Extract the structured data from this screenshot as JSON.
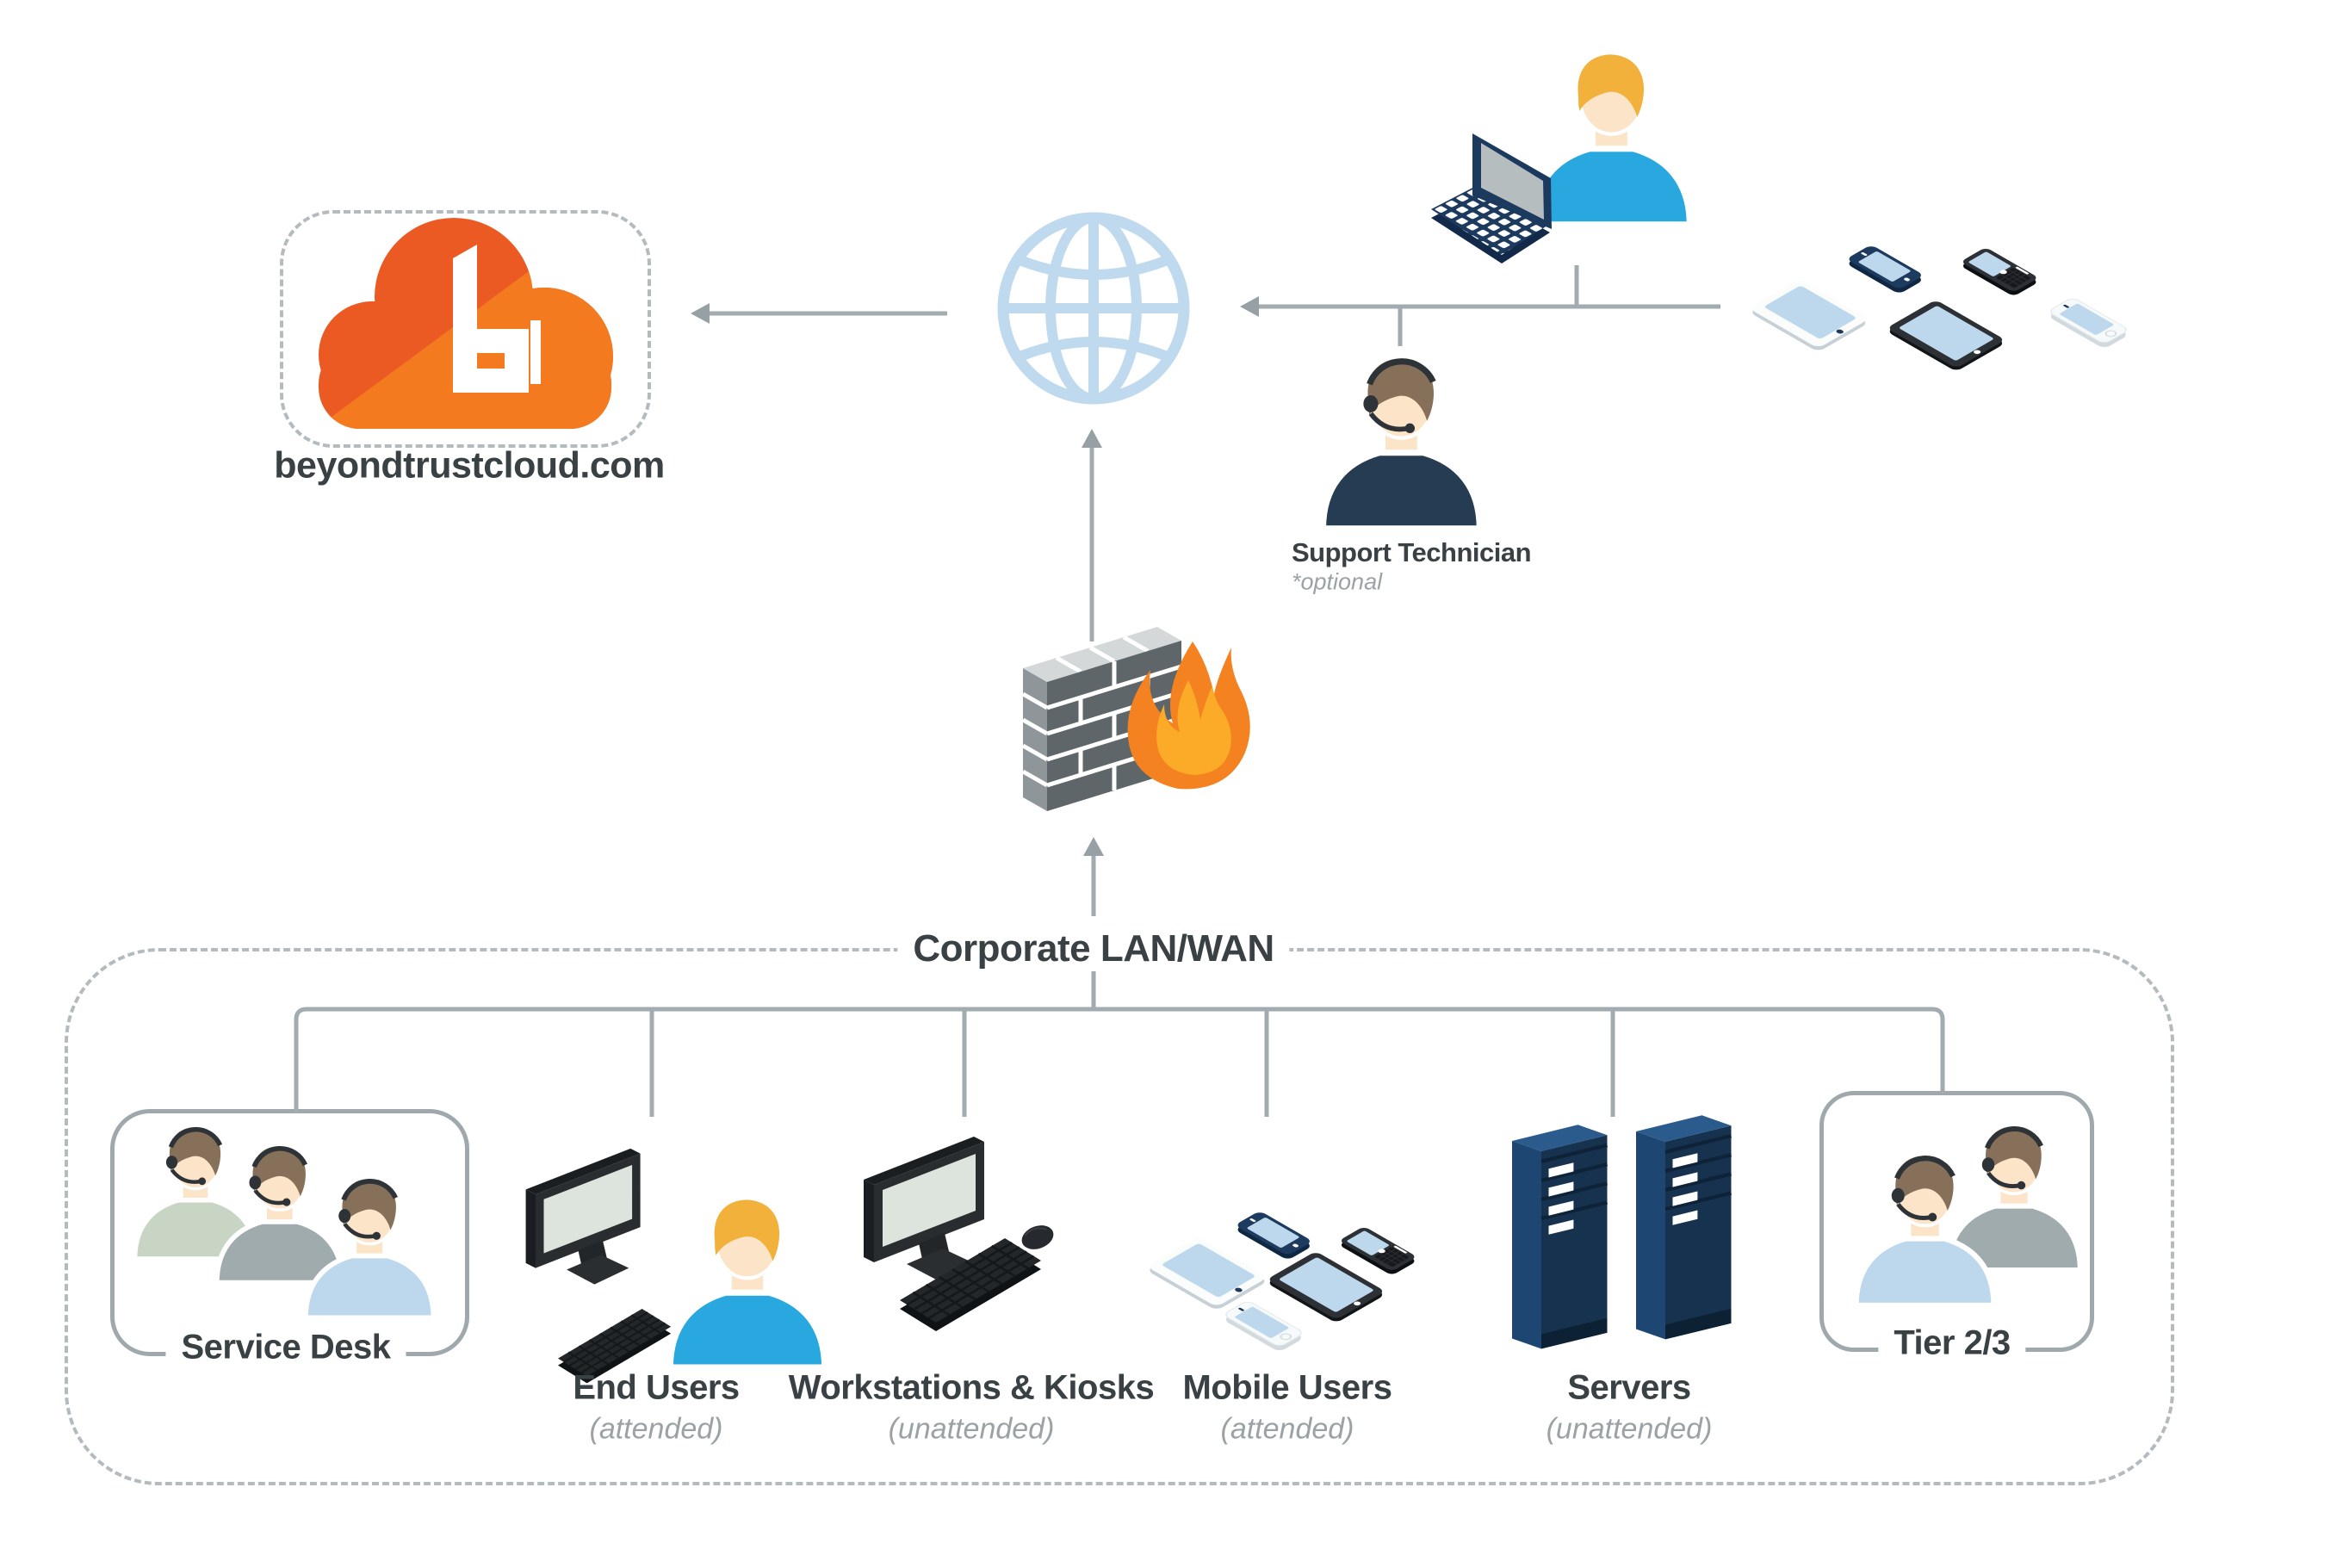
{
  "diagram": {
    "cloud": {
      "label": "beyondtrustcloud.com",
      "icon": "beyondtrust-cloud-logo"
    },
    "internet": {
      "icon": "globe"
    },
    "remote_rep": {
      "icon": "laptop-user"
    },
    "remote_devices": {
      "icon": "mobile-device-cluster"
    },
    "support_technician": {
      "label": "Support Technician",
      "note": "*optional",
      "icon": "headset-person"
    },
    "firewall": {
      "icon": "brick-wall-flame"
    },
    "corporate_lan": {
      "label": "Corporate LAN/WAN"
    },
    "groups": {
      "service_desk": {
        "label": "Service Desk",
        "icon": "headset-team"
      },
      "end_users": {
        "label": "End Users",
        "mode": "(attended)",
        "icon": "desktop-user"
      },
      "workstations": {
        "label": "Workstations & Kiosks",
        "mode": "(unattended)",
        "icon": "desktop-kiosk"
      },
      "mobile_users": {
        "label": "Mobile Users",
        "mode": "(attended)",
        "icon": "mobile-device-cluster"
      },
      "servers": {
        "label": "Servers",
        "mode": "(unattended)",
        "icon": "server-towers"
      },
      "tier23": {
        "label": "Tier 2/3",
        "icon": "headset-team"
      }
    },
    "colors": {
      "brand_orange": "#ec5a24",
      "brand_orange_light": "#f47a20",
      "navy": "#1c3a5e",
      "accent_blue": "#29a8e0",
      "globe_blue": "#bfdaee",
      "connector_gray": "#a2abaf",
      "text_dark": "#3a4145",
      "text_muted": "#9ba2a5"
    }
  }
}
